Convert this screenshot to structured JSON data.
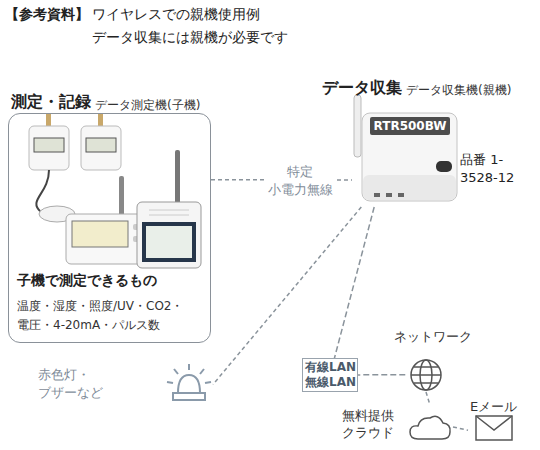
{
  "diagram": {
    "title": "【参考資料】",
    "nodes": [
      {
        "text": [
          "測定・記録",
          "データ測定機(子機)",
          "子機で測定できるもの",
          "温度・湿度・照度/UV・CO2・ 電圧・4-20mA・パルス数"
        ]
      },
      {
        "text": [
          "データ収集",
          "データ収集機(親機)",
          "品番 1-3528-12"
        ]
      },
      {
        "text": [
          "RTR500BW"
        ],
        "in": 1
      },
      {
        "text": [
          "赤色灯・ ブザーなど"
        ]
      },
      {
        "text": [
          "ネットワーク"
        ]
      },
      {
        "text": [
          "無料提供 クラウド"
        ]
      },
      {
        "text": [
          "Eメール"
        ]
      }
    ],
    "edges": [
      {
        "from": 0,
        "to": 1,
        "label": "特定 小電力無線",
        "arrow": "none"
      },
      {
        "from": 1,
        "to": 3,
        "arrow": "none"
      },
      {
        "from": 1,
        "to": 4,
        "label": "有線LAN 無線LAN",
        "arrow": "none"
      },
      {
        "from": 4,
        "to": 5,
        "arrow": "none"
      },
      {
        "from": 5,
        "to": 6,
        "arrow": "none"
      }
    ],
    "labels": [
      "ワイヤレスでの親機使用例",
      "データ収集には親機が必要です"
    ]
  }
}
